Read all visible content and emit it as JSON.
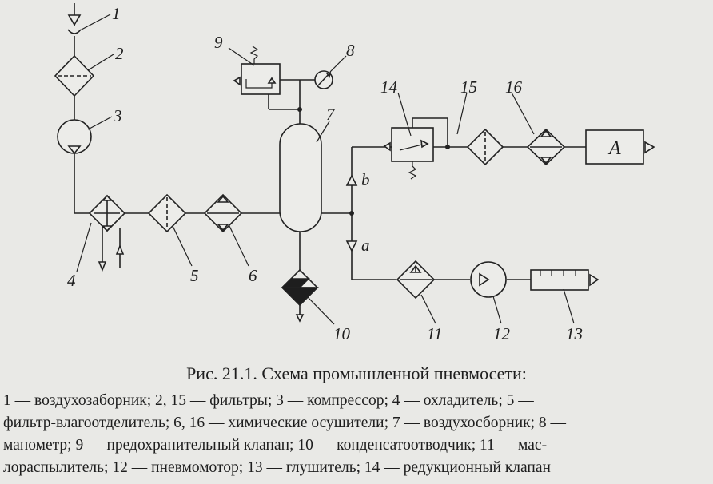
{
  "labels": {
    "n1": "1",
    "n2": "2",
    "n3": "3",
    "n4": "4",
    "n5": "5",
    "n6": "6",
    "n7": "7",
    "n8": "8",
    "n9": "9",
    "n10": "10",
    "n11": "11",
    "n12": "12",
    "n13": "13",
    "n14": "14",
    "n15": "15",
    "n16": "16",
    "branch_a": "a",
    "branch_b": "b",
    "consumer": "A"
  },
  "caption": "Рис. 21.1. Схема промышленной пневмосети:",
  "legend_lines": [
    "1 — воздухозаборник; 2, 15 — фильтры; 3 — компрессор; 4 — охладитель; 5 —",
    "фильтр-влагоотделитель; 6, 16 — химические осушители; 7 — воздухосборник; 8 —",
    "манометр; 9 — предохранительный клапан; 10 — конденсатоотводчик; 11 — мас-",
    "лораспылитель; 12 — пневмомотор; 13 — глушитель; 14 — редукционный клапан"
  ]
}
